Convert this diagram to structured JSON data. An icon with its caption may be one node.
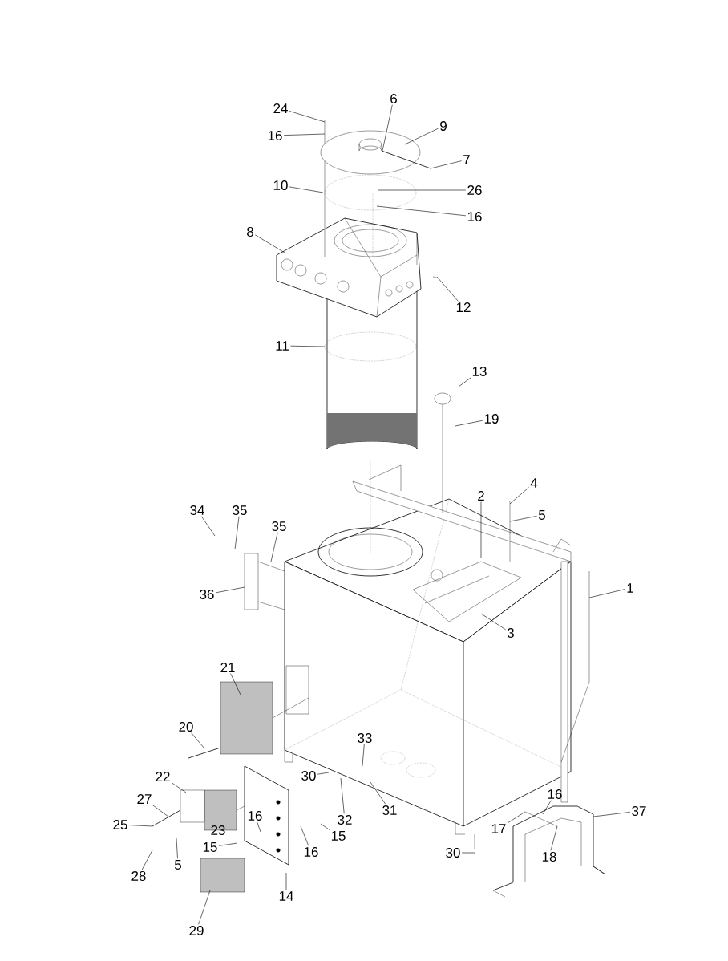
{
  "diagram": {
    "nodes": [
      {
        "text": [
          "24"
        ]
      },
      {
        "text": [
          "16"
        ]
      },
      {
        "text": [
          "6"
        ]
      },
      {
        "text": [
          "9"
        ]
      },
      {
        "text": [
          "7"
        ]
      },
      {
        "text": [
          "10"
        ]
      },
      {
        "text": [
          "26"
        ]
      },
      {
        "text": [
          "16"
        ]
      },
      {
        "text": [
          "8"
        ]
      },
      {
        "text": [
          "12"
        ]
      },
      {
        "text": [
          "11"
        ]
      },
      {
        "text": [
          "13"
        ]
      },
      {
        "text": [
          "19"
        ]
      },
      {
        "text": [
          "2"
        ]
      },
      {
        "text": [
          "4"
        ]
      },
      {
        "text": [
          "5"
        ]
      },
      {
        "text": [
          "34"
        ]
      },
      {
        "text": [
          "35"
        ]
      },
      {
        "text": [
          "35"
        ]
      },
      {
        "text": [
          "1"
        ]
      },
      {
        "text": [
          "36"
        ]
      },
      {
        "text": [
          "3"
        ]
      },
      {
        "text": [
          "21"
        ]
      },
      {
        "text": [
          "20"
        ]
      },
      {
        "text": [
          "22"
        ]
      },
      {
        "text": [
          "27"
        ]
      },
      {
        "text": [
          "25"
        ]
      },
      {
        "text": [
          "16"
        ]
      },
      {
        "text": [
          "15"
        ]
      },
      {
        "text": [
          "5"
        ]
      },
      {
        "text": [
          "28"
        ]
      },
      {
        "text": [
          "16"
        ]
      },
      {
        "text": [
          "15"
        ]
      },
      {
        "text": [
          "14"
        ]
      },
      {
        "text": [
          "29"
        ]
      },
      {
        "text": [
          "30"
        ]
      },
      {
        "text": [
          "33"
        ]
      },
      {
        "text": [
          "31"
        ]
      },
      {
        "text": [
          "32"
        ]
      },
      {
        "text": [
          "30"
        ]
      },
      {
        "text": [
          "17"
        ]
      },
      {
        "text": [
          "16"
        ]
      },
      {
        "text": [
          "18"
        ]
      },
      {
        "text": [
          "37"
        ]
      }
    ],
    "edges": [
      {
        "from": 0,
        "to": null,
        "arrow": "none"
      },
      {
        "from": 1,
        "to": null,
        "arrow": "none"
      },
      {
        "from": 2,
        "to": null,
        "arrow": "none"
      },
      {
        "from": 3,
        "to": null,
        "arrow": "none"
      },
      {
        "from": 4,
        "to": null,
        "arrow": "none"
      },
      {
        "from": 5,
        "to": null,
        "arrow": "none"
      },
      {
        "from": 6,
        "to": null,
        "arrow": "none"
      },
      {
        "from": 7,
        "to": null,
        "arrow": "none"
      },
      {
        "from": 8,
        "to": null,
        "arrow": "none"
      },
      {
        "from": 9,
        "to": null,
        "arrow": "none"
      },
      {
        "from": 10,
        "to": null,
        "arrow": "none"
      },
      {
        "from": 11,
        "to": null,
        "arrow": "none"
      },
      {
        "from": 12,
        "to": null,
        "arrow": "none"
      },
      {
        "from": 13,
        "to": null,
        "arrow": "none"
      },
      {
        "from": 14,
        "to": null,
        "arrow": "none"
      },
      {
        "from": 15,
        "to": null,
        "arrow": "none"
      },
      {
        "from": 16,
        "to": null,
        "arrow": "none"
      },
      {
        "from": 17,
        "to": null,
        "arrow": "none"
      },
      {
        "from": 18,
        "to": null,
        "arrow": "none"
      },
      {
        "from": 19,
        "to": null,
        "arrow": "none"
      },
      {
        "from": 20,
        "to": null,
        "arrow": "none"
      },
      {
        "from": 21,
        "to": null,
        "arrow": "none"
      },
      {
        "from": 22,
        "to": null,
        "arrow": "none"
      },
      {
        "from": 23,
        "to": null,
        "arrow": "none"
      },
      {
        "from": 24,
        "to": null,
        "arrow": "none"
      },
      {
        "from": 25,
        "to": null,
        "arrow": "none"
      },
      {
        "from": 26,
        "to": null,
        "arrow": "none"
      },
      {
        "from": 27,
        "to": null,
        "arrow": "none"
      },
      {
        "from": 28,
        "to": null,
        "arrow": "none"
      },
      {
        "from": 29,
        "to": null,
        "arrow": "none"
      },
      {
        "from": 30,
        "to": null,
        "arrow": "none"
      },
      {
        "from": 31,
        "to": null,
        "arrow": "none"
      },
      {
        "from": 32,
        "to": null,
        "arrow": "none"
      },
      {
        "from": 33,
        "to": null,
        "arrow": "none"
      },
      {
        "from": 34,
        "to": null,
        "arrow": "none"
      },
      {
        "from": 35,
        "to": null,
        "arrow": "none"
      },
      {
        "from": 36,
        "to": null,
        "arrow": "none"
      },
      {
        "from": 37,
        "to": null,
        "arrow": "none"
      },
      {
        "from": 38,
        "to": null,
        "arrow": "none"
      },
      {
        "from": 39,
        "to": null,
        "arrow": "none"
      },
      {
        "from": 40,
        "to": null,
        "arrow": "none"
      },
      {
        "from": 41,
        "to": null,
        "arrow": "none"
      },
      {
        "from": 42,
        "to": null,
        "arrow": "none"
      },
      {
        "from": 43,
        "to": null,
        "arrow": "none"
      }
    ],
    "labels": [
      "23"
    ]
  }
}
